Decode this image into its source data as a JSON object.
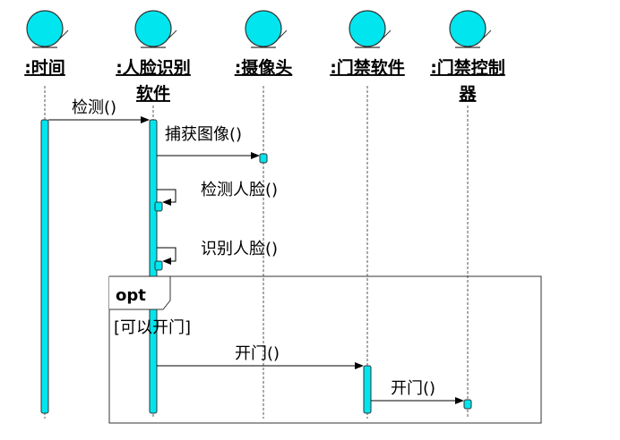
{
  "participants": [
    {
      "lines": [
        ":时间"
      ]
    },
    {
      "lines": [
        ":人脸识别",
        "软件"
      ]
    },
    {
      "lines": [
        ":摄像头"
      ]
    },
    {
      "lines": [
        ":门禁软件"
      ]
    },
    {
      "lines": [
        ":门禁控制",
        "器"
      ]
    }
  ],
  "messages": [
    {
      "label": "检测()"
    },
    {
      "label": "捕获图像()"
    },
    {
      "label": "检测人脸()"
    },
    {
      "label": "识别人脸()"
    },
    {
      "label": "开门()"
    },
    {
      "label": "开门()"
    }
  ],
  "fragment": {
    "operator": "opt",
    "guard": "[可以开门]"
  },
  "colors": {
    "element_fill": "#00e5ee",
    "stroke": "#333333"
  }
}
